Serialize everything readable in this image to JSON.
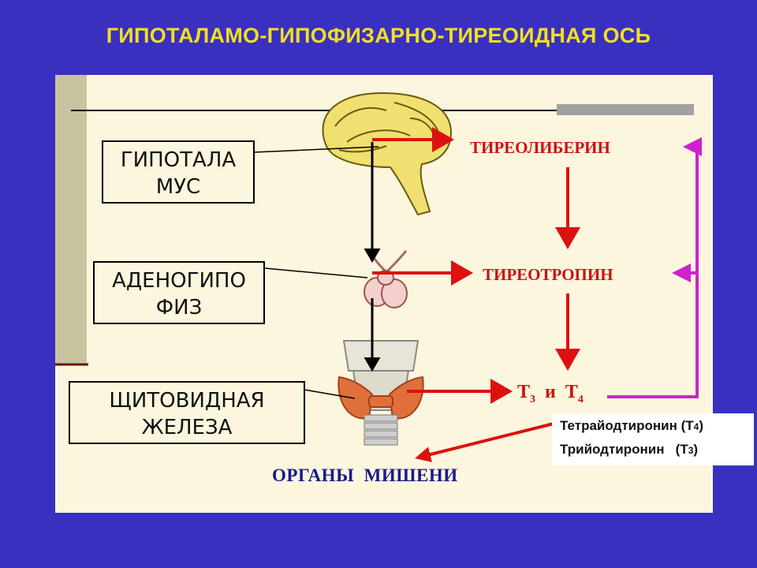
{
  "title": "ГИПОТАЛАМО-ГИПОФИЗАРНО-ТИРЕОИДНАЯ ОСЬ",
  "organs": {
    "hypothalamus": [
      "ГИПОТАЛА",
      "МУС"
    ],
    "adenohypophysis": [
      "АДЕНОГИПО",
      "ФИЗ"
    ],
    "thyroid": [
      "ЩИТОВИДНАЯ",
      "ЖЕЛЕЗА"
    ]
  },
  "hormones": {
    "trh": "ТИРЕОЛИБЕРИН",
    "tsh": "ТИРЕОТРОПИН",
    "t3": "Т",
    "t3_sub": "3",
    "and": "и",
    "t4": "Т",
    "t4_sub": "4"
  },
  "legend": {
    "t4_name": "Тетрайодтиронин (Т",
    "t4_sub": "4",
    "t4_close": ")",
    "t3_name": "Трийодтиронин   (Т",
    "t3_sub": "3",
    "t3_close": ")"
  },
  "targets": "ОРГАНЫ  МИШЕНИ",
  "colors": {
    "background": "#3a30c0",
    "title": "#f0e020",
    "panel": "#fbf6dd",
    "hormone_arrow": "#dd1111",
    "feedback_arrow": "#cc22cc",
    "targets_text": "#1a1a8a"
  }
}
